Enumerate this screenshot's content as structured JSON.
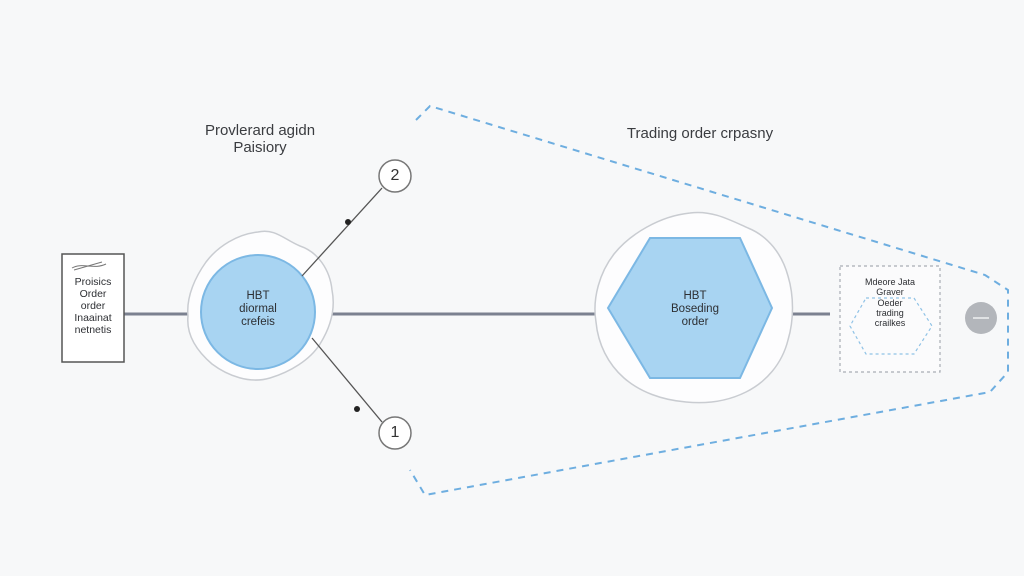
{
  "left_section": {
    "title_line1": "Provlerard agidn",
    "title_line2": "Paisiory"
  },
  "right_section": {
    "title": "Trading order crpasny"
  },
  "input_box": {
    "lines": [
      "Proisics",
      "Order",
      "order",
      "Inaainat",
      "netnetis"
    ]
  },
  "circle_node": {
    "lines": [
      "HBT",
      "diormal",
      "crefeis"
    ]
  },
  "hexagon_node": {
    "lines": [
      "HBT",
      "Boseding",
      "order"
    ]
  },
  "output_box": {
    "lines": [
      "Mdeore Jata",
      "Graver",
      "Oeder",
      "trading",
      "crailkes"
    ]
  },
  "callouts": {
    "top": "2",
    "bottom": "1"
  },
  "colors": {
    "node_fill": "#a8d4f2",
    "node_stroke": "#7cb8e4",
    "axis_line": "#7b8190",
    "dashed_path": "#6eaee0",
    "outline": "#c9ccd1",
    "end_dot": "#b3b6bb"
  }
}
